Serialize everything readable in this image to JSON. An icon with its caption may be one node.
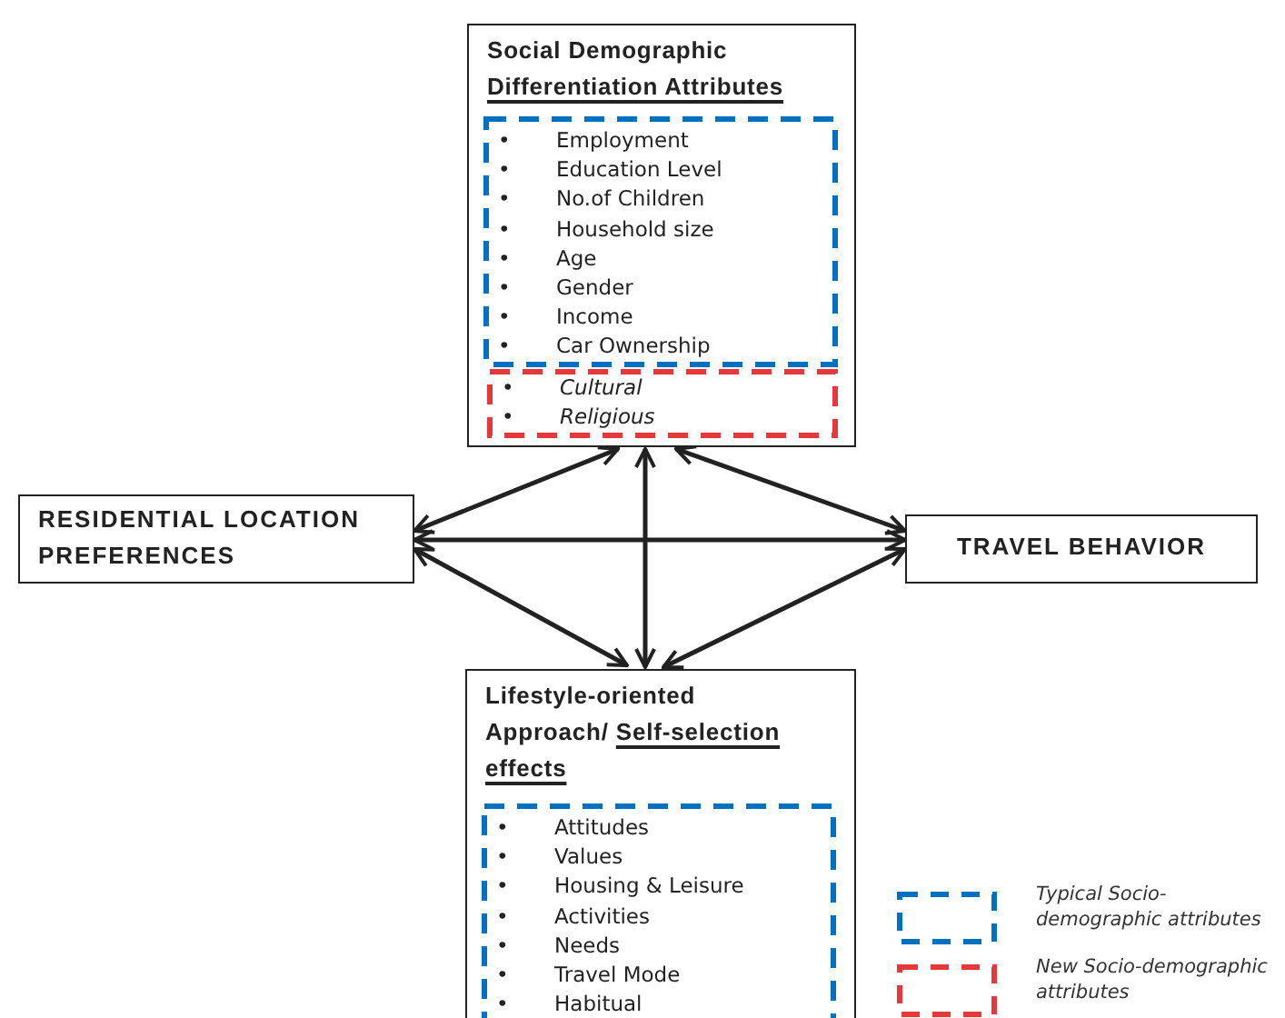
{
  "diagram": {
    "nodes": [
      {
        "text": [
          "Social Demographic",
          "Differentiation Attributes"
        ]
      },
      {
        "text": [
          "•\tEmployment",
          "•\tEducation Level",
          "•\tNo.of Children",
          "•\tHousehold size",
          "•\tAge",
          "•\tGender",
          "•\tIncome",
          "•\tCar Ownership"
        ],
        "in": 0
      },
      {
        "text": [
          "•\tCultural",
          "•\tReligious"
        ],
        "in": 0
      },
      {
        "text": [
          "RESIDENTIAL LOCATION PREFERENCES"
        ]
      },
      {
        "text": [
          "TRAVEL BEHAVIOR"
        ]
      },
      {
        "text": [
          "Lifestyle-oriented Approach/",
          "Self-selection effects"
        ]
      },
      {
        "text": [
          "•\tAttitudes",
          "•\tValues",
          "•\tHousing & Leisure",
          "•\tActivities",
          "•\tNeeds",
          "•\tTravel Mode",
          "•\tHabitual"
        ],
        "in": 5
      }
    ],
    "edges": [
      {
        "from": 3,
        "to": 0,
        "arrow": "both"
      },
      {
        "from": 3,
        "to": 4,
        "arrow": "both"
      },
      {
        "from": 3,
        "to": 5,
        "arrow": "both"
      },
      {
        "from": 0,
        "to": 5,
        "arrow": "both"
      },
      {
        "from": 0,
        "to": 4,
        "arrow": "both"
      },
      {
        "from": 4,
        "to": 5,
        "arrow": "both"
      }
    ],
    "legend": [
      {
        "text": "Typical Socio-demographic attributes",
        "color": "#0070c0"
      },
      {
        "text": "New Socio-demographic attributes",
        "color": "#e8373a"
      }
    ]
  }
}
